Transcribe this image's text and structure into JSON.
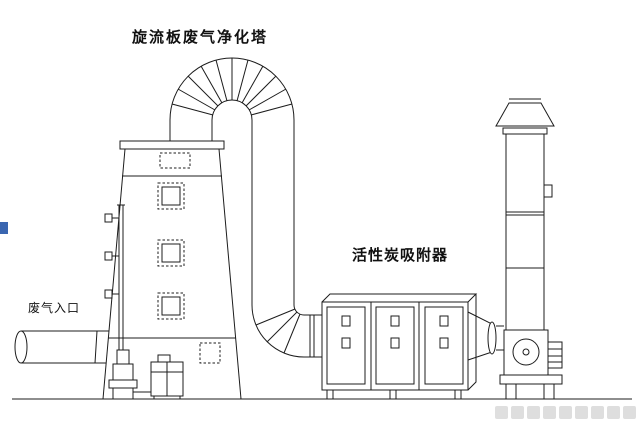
{
  "page": {
    "background": "#ffffff"
  },
  "labels": {
    "tower": "旋流板废气净化塔",
    "adsorber": "活性炭吸附器",
    "inlet": "废气入口"
  },
  "colors": {
    "line": "#1c1c1c",
    "label_text": "#111111",
    "watermark": "#c4c4c4",
    "edge_mark": "#3a66b0"
  },
  "watermark": {
    "block_count": 9
  }
}
